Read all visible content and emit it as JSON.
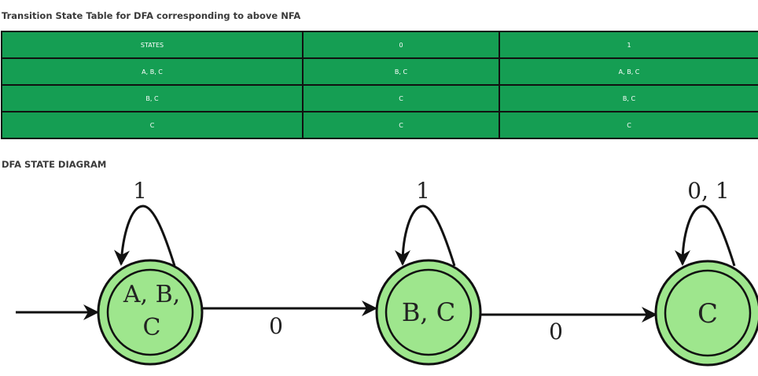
{
  "table_title": "Transition State Table for DFA corresponding to above NFA",
  "table": {
    "header": [
      "STATES",
      "0",
      "1"
    ],
    "rows": [
      [
        "A, B, C",
        "B, C",
        "A, B, C"
      ],
      [
        "B, C",
        "C",
        "B, C"
      ],
      [
        "C",
        "C",
        "C"
      ]
    ]
  },
  "diagram_title": "DFA STATE DIAGRAM",
  "diagram": {
    "states": [
      {
        "id": "abc",
        "label_line1": "A, B,",
        "label_line2": "C",
        "accepting": true,
        "initial": true
      },
      {
        "id": "bc",
        "label": "B, C",
        "accepting": true
      },
      {
        "id": "c",
        "label": "C",
        "accepting": true
      }
    ],
    "transitions": [
      {
        "from": "A, B, C",
        "to": "A, B, C",
        "symbol": "1"
      },
      {
        "from": "A, B, C",
        "to": "B, C",
        "symbol": "0"
      },
      {
        "from": "B, C",
        "to": "B, C",
        "symbol": "1"
      },
      {
        "from": "B, C",
        "to": "C",
        "symbol": "0"
      },
      {
        "from": "C",
        "to": "C",
        "symbol": "0, 1"
      }
    ],
    "colors": {
      "state_fill": "#9ee68d",
      "table_fill": "#159e53",
      "stroke": "#111111"
    }
  }
}
